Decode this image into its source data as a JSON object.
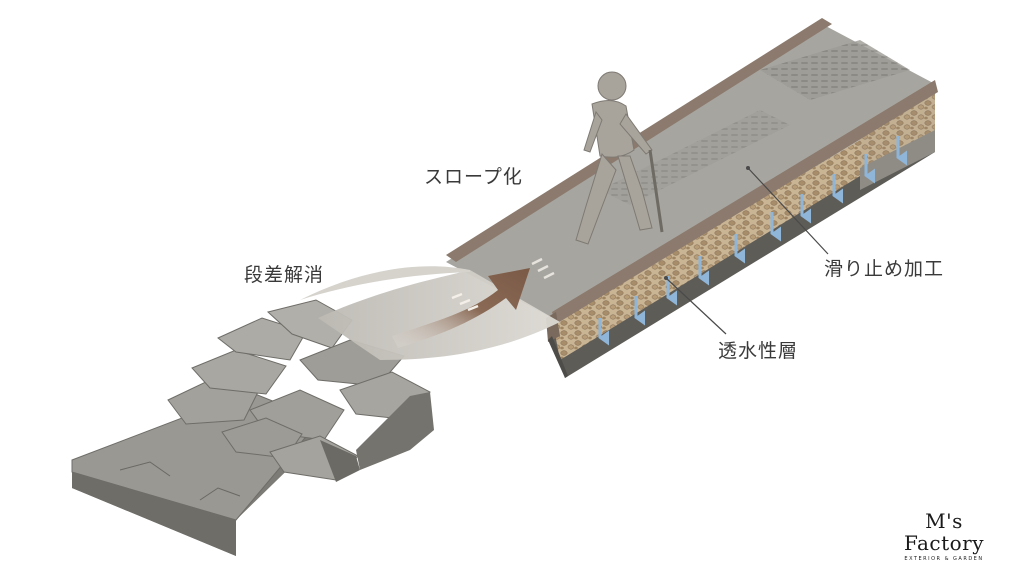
{
  "labels": {
    "slope": "スロープ化",
    "step_removal": "段差解消",
    "anti_slip": "滑り止め加工",
    "permeable_layer": "透水性層"
  },
  "logo": {
    "name": "M's Factory",
    "tagline": "EXTERIOR & GARDEN"
  },
  "colors": {
    "slab": "#9a9893",
    "slab_dark": "#6f6d68",
    "ramp_surface": "#a7a59f",
    "ramp_edge": "#8b7a6d",
    "gravel": "#b8a486",
    "arrow": "#8a6a55",
    "water_arrow": "#8fb6d8",
    "person": "#a8a49c"
  }
}
